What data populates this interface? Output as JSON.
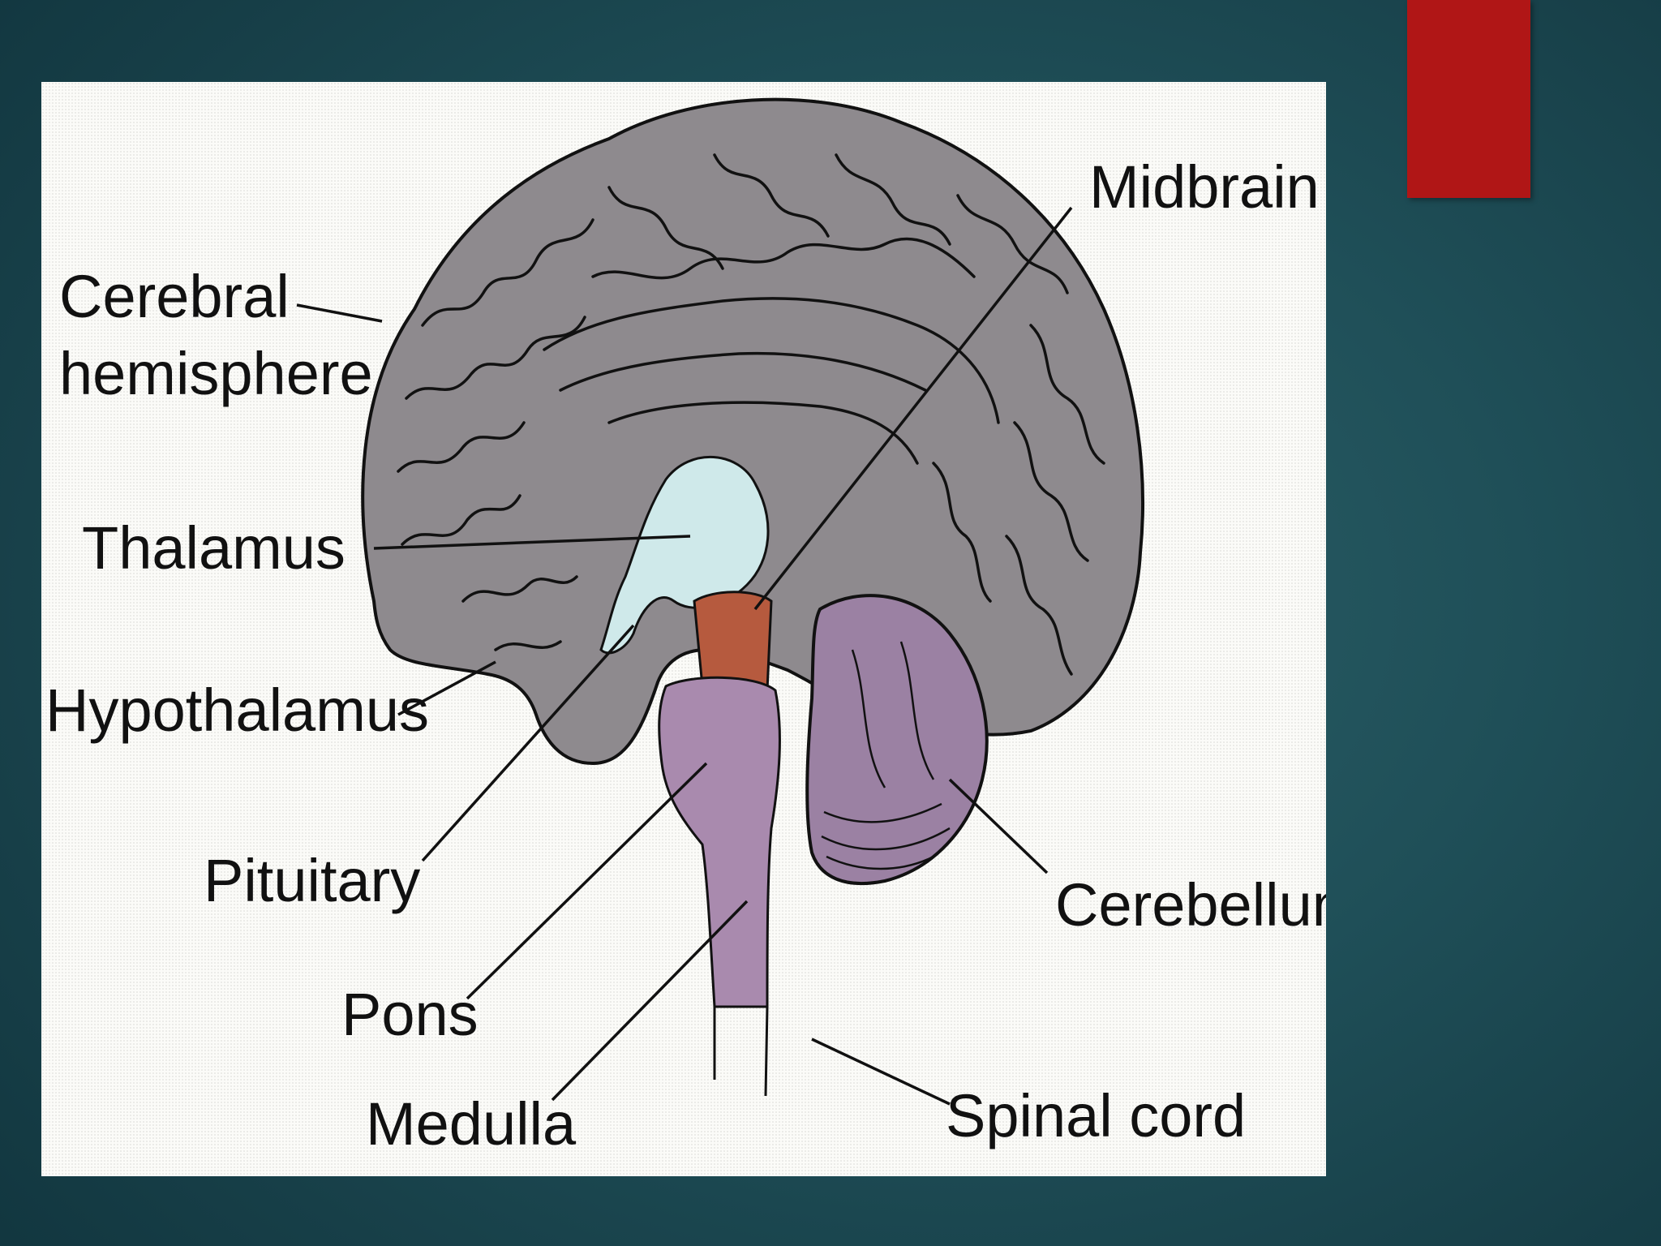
{
  "slide": {
    "accent_color": "#b01616",
    "background_color": "#1f4f58"
  },
  "diagram": {
    "labels": {
      "cerebral_line1": "Cerebral",
      "cerebral_line2": "hemisphere",
      "thalamus": "Thalamus",
      "hypothalamus": "Hypothalamus",
      "pituitary": "Pituitary",
      "pons": "Pons",
      "medulla": "Medulla",
      "midbrain": "Midbrain",
      "cerebellum": "Cerebellum",
      "spinal_cord": "Spinal cord"
    },
    "colors": {
      "cerebrum": "#8e8a8e",
      "thalamus": "#cfe9ea",
      "midbrain": "#b65a3e",
      "brainstem": "#a98aae",
      "cerebellum": "#9b81a3"
    }
  }
}
